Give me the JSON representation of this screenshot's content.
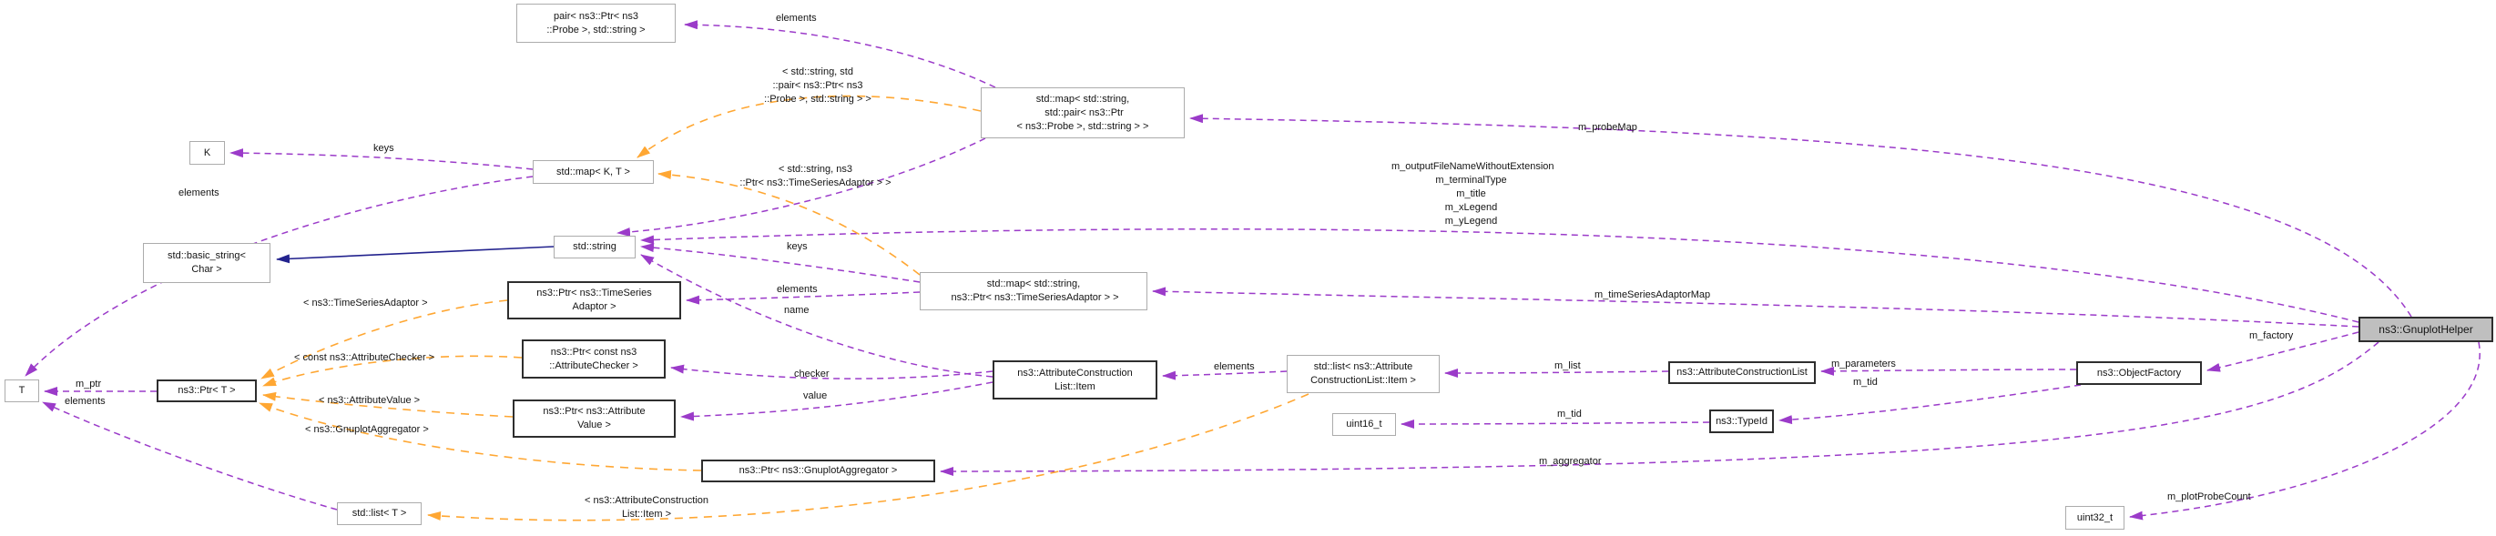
{
  "diagram": {
    "kind": "doxygen-collaboration-graph",
    "colors": {
      "aggregation_edge": "#9B3BC9",
      "template_edge": "#FFA733",
      "inheritance_edge": "#23238E",
      "plain_node_border": "#ACACAC",
      "doc_node_border": "#2E2E2E",
      "current_node_fill": "#BFBFBF"
    },
    "nodes": {
      "pair": {
        "label": "pair< ns3::Ptr< ns3\n::Probe >, std::string >"
      },
      "map_probe": {
        "label": "std::map< std::string,\n std::pair< ns3::Ptr\n< ns3::Probe >, std::string > >"
      },
      "k": {
        "label": "K"
      },
      "map_kt": {
        "label": "std::map< K, T >"
      },
      "basic_string": {
        "label": "std::basic_string<\nChar >"
      },
      "string": {
        "label": "std::string"
      },
      "ptr_tsa": {
        "label": "ns3::Ptr< ns3::TimeSeries\nAdaptor >"
      },
      "map_tsa": {
        "label": "std::map< std::string,\n ns3::Ptr< ns3::TimeSeriesAdaptor > >"
      },
      "t": {
        "label": "T"
      },
      "ptr_t": {
        "label": "ns3::Ptr< T >"
      },
      "ptr_checker": {
        "label": "ns3::Ptr< const ns3\n::AttributeChecker >"
      },
      "ptr_value": {
        "label": "ns3::Ptr< ns3::Attribute\nValue >"
      },
      "acl_item": {
        "label": "ns3::AttributeConstruction\nList::Item"
      },
      "list_acl": {
        "label": "std::list< ns3::Attribute\nConstructionList::Item >"
      },
      "uint16": {
        "label": "uint16_t"
      },
      "acl": {
        "label": "ns3::AttributeConstructionList"
      },
      "typeid": {
        "label": "ns3::TypeId"
      },
      "objfactory": {
        "label": "ns3::ObjectFactory"
      },
      "gnuplot_helper": {
        "label": "ns3::GnuplotHelper"
      },
      "ptr_aggregator": {
        "label": "ns3::Ptr< ns3::GnuplotAggregator >"
      },
      "list_t": {
        "label": "std::list< T >"
      },
      "uint32": {
        "label": "uint32_t"
      }
    },
    "edge_labels": {
      "elements_pair": "elements",
      "tmpl_probe": "< std::string, std\n::pair< ns3::Ptr< ns3\n::Probe >, std::string > >",
      "keys_k": "keys",
      "elements_t_map": "elements",
      "m_probeMap": "m_probeMap",
      "tmpl_tsa": "< std::string, ns3\n::Ptr< ns3::TimeSeriesAdaptor > >",
      "m_output": "m_outputFileNameWithoutExtension\nm_terminalType\nm_title\nm_xLegend\nm_yLegend",
      "keys_string": "keys",
      "elements_ptr_tsa": "elements",
      "name": "name",
      "m_timeSeriesAdaptorMap": "m_timeSeriesAdaptorMap",
      "tmpl_tsadaptor": "< ns3::TimeSeriesAdaptor >",
      "m_ptr": "m_ptr",
      "elements_t_list": "elements",
      "tmpl_checker": "< const ns3::AttributeChecker >",
      "tmpl_value": "< ns3::AttributeValue >",
      "tmpl_aggregator": "< ns3::GnuplotAggregator >",
      "checker": "checker",
      "value": "value",
      "elements_acl": "elements",
      "m_list": "m_list",
      "m_parameters": "m_parameters",
      "m_tid_factory": "m_tid",
      "m_tid_typeid": "m_tid",
      "m_factory": "m_factory",
      "m_aggregator": "m_aggregator",
      "tmpl_list_item": "< ns3::AttributeConstruction\nList::Item >",
      "m_plotProbeCount": "m_plotProbeCount"
    }
  }
}
